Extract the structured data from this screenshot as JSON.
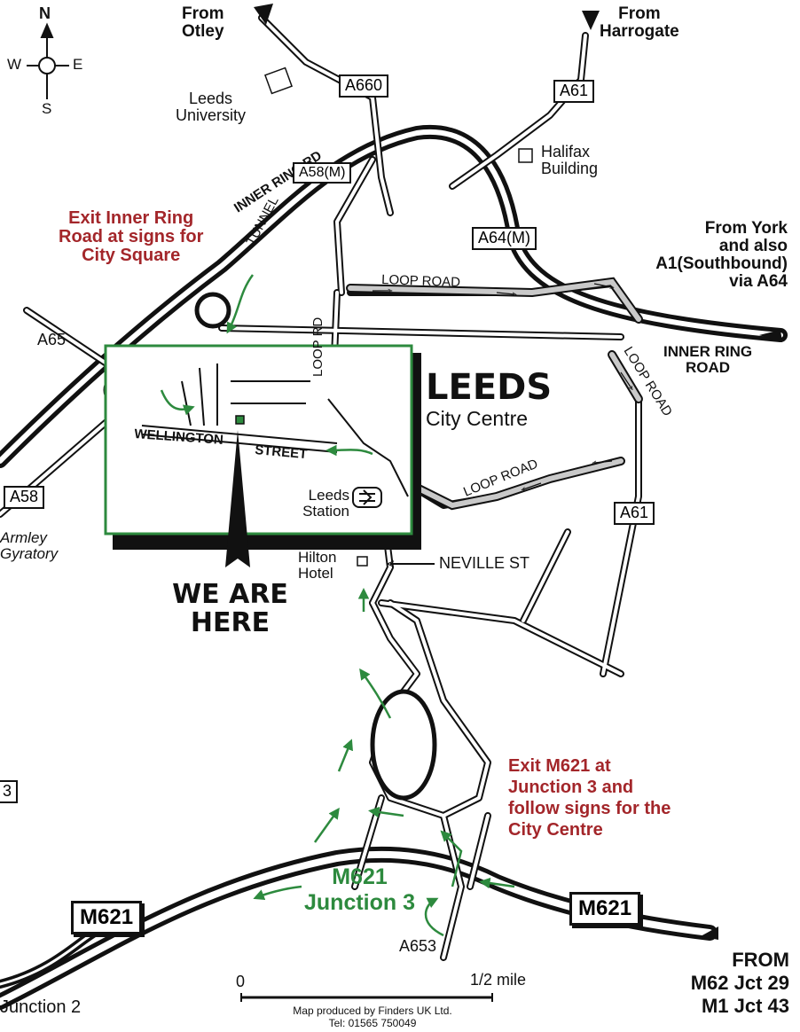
{
  "compass": {
    "n": "N",
    "s": "S",
    "e": "E",
    "w": "W"
  },
  "origins": {
    "otley": "From\nOtley",
    "harrogate": "From\nHarrogate",
    "york": "From York\nand also\nA1(Southbound)\nvia A64",
    "m62": "FROM\nM62 Jct 29\nM1 Jct 43"
  },
  "places": {
    "leeds_university": "Leeds\nUniversity",
    "halifax_building": "Halifax\nBuilding",
    "armley_gyratory": "Armley\nGyratory",
    "leeds_station": "Leeds\nStation",
    "hilton_hotel": "Hilton\nHotel",
    "junction2": "Junction 2",
    "leeds_title": "LEEDS",
    "leeds_subtitle": "City Centre",
    "we_are_here": "WE ARE\nHERE"
  },
  "roads": {
    "a660": "A660",
    "a61_top": "A61",
    "a58m": "A58(M)",
    "a64m": "A64(M)",
    "a65": "A65",
    "a58": "A58",
    "a61_right": "A61",
    "a653": "A653",
    "m621_left": "M621",
    "m621_right": "M621",
    "partial_left": "3",
    "inner_ring_rd": "INNER RING RD",
    "tunnel": "TUNNEL",
    "loop_road_top": "LOOP ROAD",
    "loop_rd_vertical": "LOOP RD",
    "loop_road_right": "LOOP ROAD",
    "loop_road_bottom": "LOOP ROAD",
    "inner_ring_road_right": "INNER RING\nROAD",
    "wellington": "WELLINGTON",
    "street": "STREET",
    "neville_st": "NEVILLE ST"
  },
  "instructions": {
    "inner_ring": "Exit Inner Ring\nRoad at signs for\nCity Square",
    "m621": "Exit M621 at\nJunction 3 and\nfollow signs for the\nCity Centre"
  },
  "junction": {
    "label": "M621\nJunction 3"
  },
  "scale": {
    "zero": "0",
    "label": "1/2 mile"
  },
  "credit": {
    "line1": "Map produced by Finders UK Ltd.",
    "line2": "Tel: 01565 750049"
  },
  "colors": {
    "road": "#111111",
    "route_arrow": "#2d8a3e",
    "instruction": "#a3262a",
    "box": "#2d8a3e"
  }
}
